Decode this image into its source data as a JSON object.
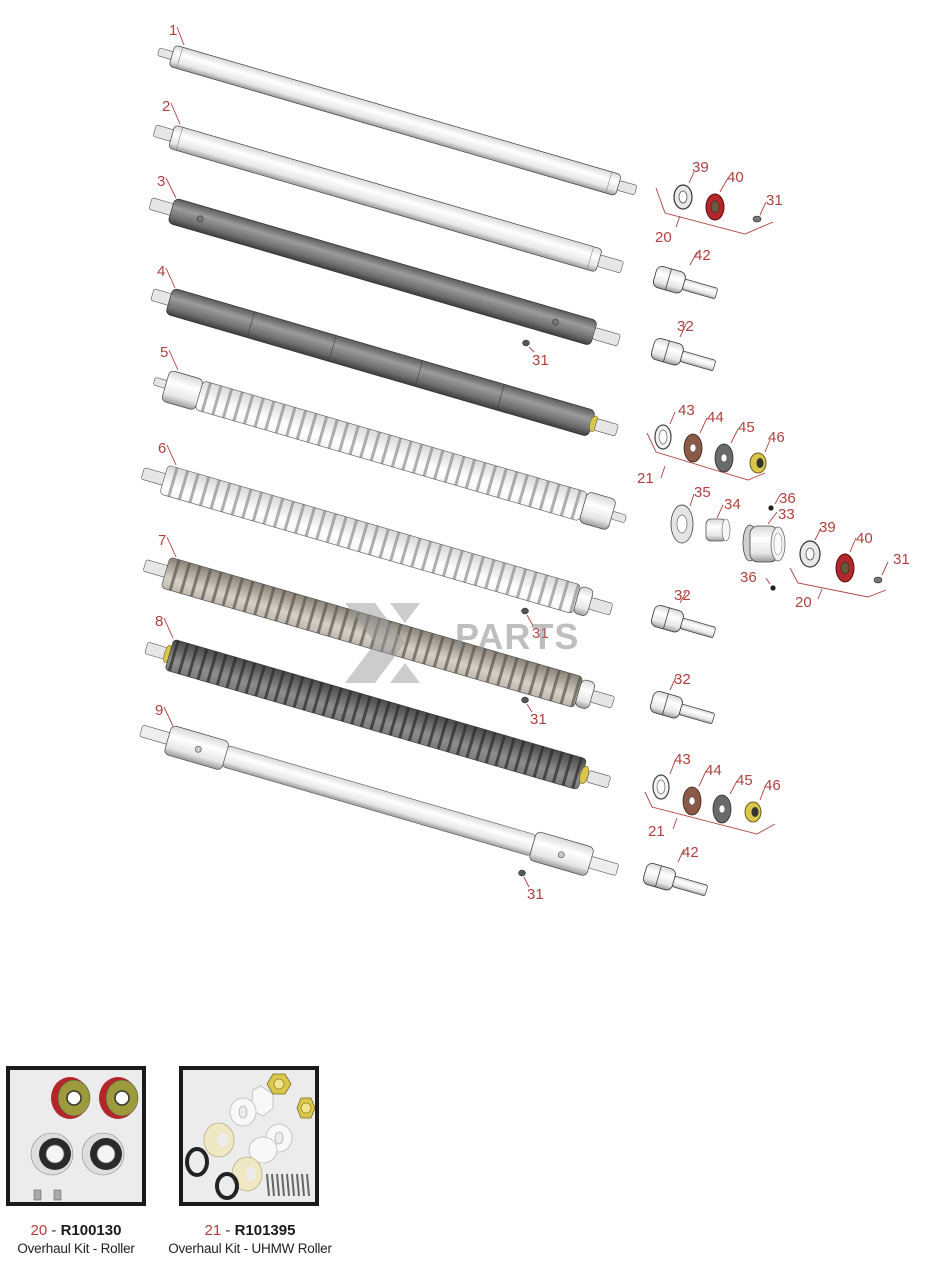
{
  "diagram": {
    "title": "Roller exploded parts diagram",
    "colors": {
      "callout": "#b0413e",
      "roller_light": "#f2f2f2",
      "roller_dark": "#6a6a6a",
      "seal_red": "#b3262a",
      "nut_yellow": "#d9c64a",
      "washer_brown": "#8a5a48",
      "kit_border": "#1a1a1a",
      "kit_bg": "#ececec"
    },
    "rollers": [
      {
        "item": "1",
        "label": "1",
        "type": "smooth-light"
      },
      {
        "item": "2",
        "label": "2",
        "type": "smooth-light"
      },
      {
        "item": "3",
        "label": "3",
        "type": "smooth-dark"
      },
      {
        "item": "4",
        "label": "4",
        "type": "segmented-dark"
      },
      {
        "item": "5",
        "label": "5",
        "type": "grooved-light"
      },
      {
        "item": "6",
        "label": "6",
        "type": "grooved-light"
      },
      {
        "item": "7",
        "label": "7",
        "type": "grooved-medium"
      },
      {
        "item": "8",
        "label": "8",
        "type": "grooved-dark"
      },
      {
        "item": "9",
        "label": "9",
        "type": "shaft-light"
      }
    ],
    "callouts": {
      "c20a": "20",
      "c39a": "39",
      "c40a": "40",
      "c31a": "31",
      "c42a": "42",
      "c32a": "32",
      "c31b": "31",
      "c21a": "21",
      "c43a": "43",
      "c44a": "44",
      "c45a": "45",
      "c46a": "46",
      "c35": "35",
      "c34": "34",
      "c33": "33",
      "c36a": "36",
      "c36b": "36",
      "c39b": "39",
      "c40b": "40",
      "c31c": "31",
      "c20b": "20",
      "c32b": "32",
      "c31d": "31",
      "c32c": "32",
      "c31e": "31",
      "c21b": "21",
      "c43b": "43",
      "c44b": "44",
      "c45b": "45",
      "c46b": "46",
      "c42b": "42",
      "c31f": "31"
    },
    "watermark": "PARTS"
  },
  "kits": [
    {
      "item": "20",
      "dash": " - ",
      "part_number": "R100130",
      "description": "Overhaul Kit - Roller"
    },
    {
      "item": "21",
      "dash": " - ",
      "part_number": "R101395",
      "description": "Overhaul Kit - UHMW Roller"
    }
  ]
}
